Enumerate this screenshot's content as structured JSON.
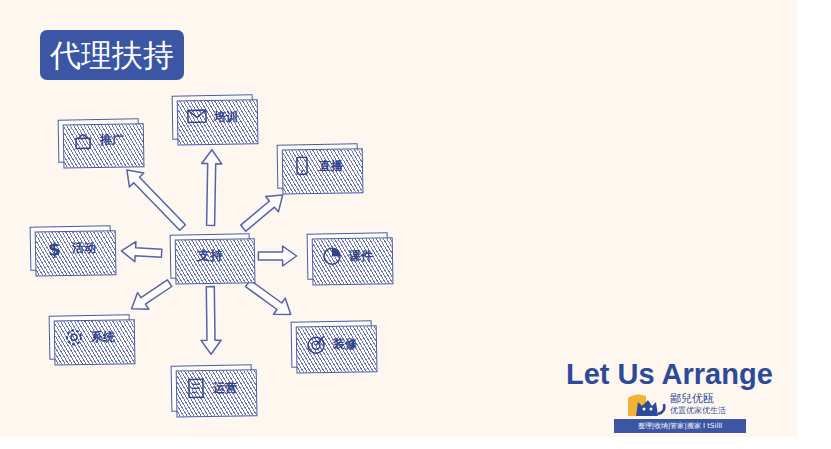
{
  "diagram": {
    "title": "代理扶持",
    "nodes": [
      {
        "text": [
          "培训"
        ]
      },
      {
        "text": [
          "推广"
        ]
      },
      {
        "text": [
          "直播"
        ]
      },
      {
        "text": [
          "活动"
        ]
      },
      {
        "text": [
          "支持"
        ]
      },
      {
        "text": [
          "课件"
        ]
      },
      {
        "text": [
          "系统"
        ]
      },
      {
        "text": [
          "装修"
        ]
      },
      {
        "text": [
          "运营"
        ]
      }
    ],
    "edges": [
      {
        "from": 4,
        "to": 0,
        "arrow": "to"
      },
      {
        "from": 4,
        "to": 1,
        "arrow": "to"
      },
      {
        "from": 4,
        "to": 2,
        "arrow": "to"
      },
      {
        "from": 4,
        "to": 3,
        "arrow": "to"
      },
      {
        "from": 4,
        "to": 5,
        "arrow": "to"
      },
      {
        "from": 4,
        "to": 6,
        "arrow": "to"
      },
      {
        "from": 4,
        "to": 7,
        "arrow": "to"
      },
      {
        "from": 4,
        "to": 8,
        "arrow": "to"
      }
    ],
    "labels": [
      "Let Us Arrange",
      "鄙兒优瓯",
      "优置优家优生活",
      "整理|收纳|管家|搬家 I tSilll"
    ]
  }
}
